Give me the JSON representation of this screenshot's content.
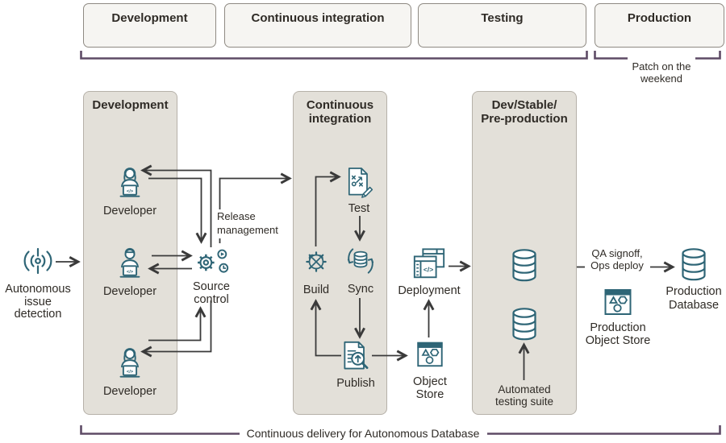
{
  "colors": {
    "icon_teal": "#2e6576",
    "accent_purple": "#5e4b66",
    "panel_bg": "#e3e0d9",
    "stage_bg": "#f6f5f2",
    "connector": "#3a3a3a",
    "text": "#2f2b26"
  },
  "top_flow": {
    "stages": [
      "Development",
      "Continuous integration",
      "Testing",
      "Production"
    ],
    "patch_note": [
      "Patch on the",
      "weekend"
    ]
  },
  "panels": {
    "dev": "Development",
    "ci": [
      "Continuous",
      "integration"
    ],
    "preprod": [
      "Dev/Stable/",
      "Pre-production"
    ]
  },
  "nodes": {
    "issue": [
      "Autonomous",
      "issue",
      "detection"
    ],
    "developer": "Developer",
    "source_control": [
      "Source",
      "control"
    ],
    "release_note": [
      "Release",
      "management"
    ],
    "build": "Build",
    "test": "Test",
    "sync": "Sync",
    "publish": "Publish",
    "object_store": [
      "Object",
      "Store"
    ],
    "deployment": "Deployment",
    "qa_note": [
      "QA signoff,",
      "Ops deploy"
    ],
    "automated_note": [
      "Automated",
      "testing suite"
    ],
    "production_db": [
      "Production",
      "Database"
    ],
    "production_os": [
      "Production",
      "Object Store"
    ]
  },
  "bottom_note": "Continuous delivery for Autonomous Database",
  "icons": {
    "code_glyph": "</>"
  }
}
